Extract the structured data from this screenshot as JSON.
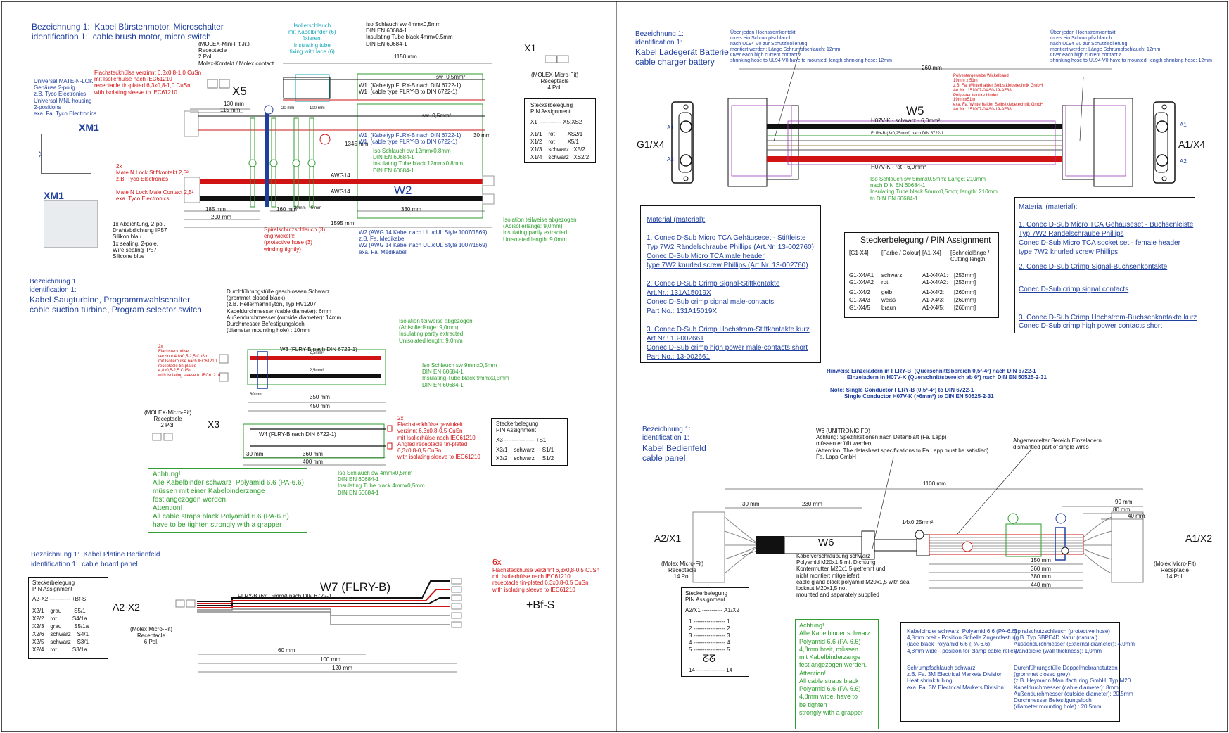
{
  "cable1": {
    "designation": "Bezeichnung 1:  Kabel Bürstenmotor, Microschalter",
    "identification": "identification 1:  cable brush motor, micro switch",
    "isolierschlauch": "Isolierschlauch\nmit Kabelbinder (6)\nfixieren.\nInsulating tube\nfixing with lace (6)",
    "iso_schlauch": "Iso Schlauch sw 4mmx0,5mm\nDIN EN 60684-1\nInsulating Tube black 4mmx0,5mm\nDIN EN 60684-1",
    "molex_fit": "(MOLEX-Mini-Fit Jr.)\nReceptacle\n2 Pol.\nMolex-Kontakt / Molex contact",
    "x5": "X5",
    "flach_note": "Flachsteckhülse verzinnt 6,3x0,8-1,0 CuSn\nmit Isolierhülse nach IEC61210\nreceptacle tin-plated 6,3x0,8-1,0 CuSn\nwith isolating sleeve to IEC61210",
    "mate_n_lok": "Universal MATE-N-LOK\nGehäuse 2-polig\nz.B. Tyco Electronics\nUniversal MNL housing\n2-positions\nexa. Fa. Tyco Electronics",
    "xm1": "XM1",
    "xm1_photo_label": "XM1",
    "x_label": "X",
    "mate_contacts": "2x\nMate N Lock Stiftkontakt 2,5²\nz.B. Tyco Electronics\n\nMate N Lock Male Contact 2,5²\nexa. Tyco Electronics",
    "sealing": "1x Abdichtung, 2-pol.\nDrahtabdichtung IP57\nSilikon blau\n1x sealing, 2-pole.\nWire sealing IP57\nSilicone blue",
    "x1": "X1",
    "molex_micro": "(MOLEX-Micro-Fit)\nReceptacle\n4 Pol.",
    "dim_1150": "1150 mm",
    "dim_130": "130 mm",
    "dim_115": "115 mm",
    "dim_1345": "1345 mm",
    "dim_30": "30 mm",
    "dim_185": "185 mm",
    "dim_200": "200 mm",
    "dim_160": "160 mm",
    "dim_20a": "20mm",
    "dim_5": "5 mm",
    "dim_330": "330 mm",
    "dim_1595": "1595 mm",
    "dim_100": "100 mm",
    "dim_20b": "20 mm",
    "w1_a": "W1  (Kabeltyp FLRY-B nach DIN 6722-1)\nW1  (cable type FLRY-B to DIN 6722-1)",
    "w1_b": "W1  (Kabeltyp FLRY-B nach DIN 6722-1)\nW1  (cable type FLRY-B to DIN 6722-1)",
    "iso_12": "Iso Schlauch sw 12mmx0,8mm\nDIN EN 60684-1\nInsulating Tube black 12mmx0,8mm\nDIN EN 60684-1",
    "sw05": "sw  0,5mm²",
    "sw05b": "sw  0,5mm²",
    "w2": "W2",
    "awg14a": "AWG14",
    "awg14b": "AWG14",
    "spiral": "Spiralschutzschlauch (3)\neng wickeln!\n(protective hose (3)\nwinding tightly)",
    "w2_note": "W2 (AWG 14 Kabel nach UL /cUL Style 1007/1569)\nz.B. Fa. Medikabel\nW2 (AWG 14 Kabel nach UL /cUL Style 1007/1569)\nexa. Fa. Medikabel",
    "isolation": "Isolation teilweise abgezogen\n(Abisolierlänge: 9,0mm)\nInsulating partly extracted\nUnisolated length: 9,0mm",
    "pin_table": {
      "title": "Steckerbelegung\nPIN Assignment",
      "header": "X1 ------------ X5;XS2",
      "rows": [
        "X1/1    rot        XS2/1",
        "X1/2    rot        X5/1",
        "X1/3    schwarz   X5/2",
        "X1/4    schwarz   XS2/2"
      ]
    }
  },
  "cable2": {
    "designation": "Bezeichnung 1:\nidentification 1:",
    "title": "Kabel Saugturbine, Programmwahlschalter\ncable suction turbine, Program selector switch",
    "grommet": "Durchführungstülle geschlossen Schwarz\n(grommet closed black)\n(z.B. HellermannTyton, Typ HV1207\nKabeldurchmesser (cable diameter): 6mm\nAußendurchmesser (outside diameter): 14mm\nDurchmesser Befestigungsloch\n(diameter mounting hole) : 10mm",
    "flach": "2x\nFlachsteckhülse\nverzinnt 4,8x0,5-2,5 CuSn\nmit Isolierhülse nach IEC61210\nreceptacle tin-plated\n4,8x0,5-2,5 CuSn\nwith isolating sleeve to IEC61210",
    "w3": "W3 (FLRY-B nach DIN 6722-1)",
    "isolation": "Isolation teilweise abgezogen\n(Abisolierlänge: 9,0mm)\nInsulating partly extracted\nUnisolated length: 9,0mm",
    "iso9": "Iso Schlauch sw 9mmx0,5mm\nDIN EN 60684-1\nInsulating Tube black 9mmx0,5mm\nDIN EN 60684-1",
    "dim_60": "60 mm",
    "dim_350": "350 mm",
    "dim_450": "450 mm",
    "cs25a": "2,5mm²",
    "cs25b": "2,5mm²",
    "molex": "(MOLEX-Micro-Fit)\nReceptacle\n2 Pol.",
    "x3": "X3",
    "w4": "W4 (FLRY-B nach DIN 6722-1)",
    "flach_angled": "2x\nFlachsteckhülse gewinkelt\nverzinnt 6,3x0,8-0,5 CuSn\nmit Isolierhülse nach IEC61210\nAngled receptacle tin-plated\n6,3x0,8-0,5 CuSn\nwith isolating sleeve to IEC61210",
    "dim_30": "30 mm",
    "dim_360": "360 mm",
    "dim_400": "400 mm",
    "iso4": "Iso Schlauch sw 4mmx0,5mm\nDIN EN 60684-1\nInsulating Tube black 4mmx0,5mm\nDIN EN 60684-1",
    "achtung": "Achtung!\nAlle Kabelbinder schwarz  Polyamid 6.6 (PA-6.6)\nmüssen mit einer Kabelbinderzange\nfest angezogen werden.\nAttention!\nAll cable straps black Polyamid 6.6 (PA-6.6)\nhave to be tighten strongly with a grapper",
    "pin_table": {
      "title": "Steckerbelegung\nPIN Assignment",
      "header": "X3 ---------------- +S1",
      "rows": [
        "X3/1    schwarz     S1/1",
        "X3/2    schwarz     S1/2"
      ]
    }
  },
  "cable3": {
    "designation": "Bezeichnung 1:  Kabel Platine Bedienfeld",
    "identification": "identification 1:  cable board panel",
    "w7": "W7 (FLRY-B)",
    "w7_sub": "FLRY-B (6x0,5mm²) nach DIN 6722-1",
    "a2x2": "A2-X2",
    "molex": "(Molex Micro-Fit)\nReceptacle\n6 Pol.",
    "bfs": "+Bf-S",
    "sixx": "6x",
    "flach": "Flachsteckhülse verzinnt 6,3x0,8-0,5 CuSn\nmit Isolierhülse nach IEC61210\nreceptacle tin-plated 6,3x0,8-0,5 CuSn\nwith isolating sleeve to IEC61210",
    "dim_60": "60 mm",
    "dim_100": "100 mm",
    "dim_120": "120 mm",
    "pin_table": {
      "title": "Steckerbelegung\nPIN Assignment",
      "header": "A2-X2 ----------- +Bf-S",
      "rows": [
        "X2/1    grau        S5/1",
        "X2/2    rot          S4/1a",
        "X2/3    grau        S5/1a",
        "X2/6    schwarz    S4/1",
        "X2/5    schwarz    S3/1",
        "X2/4    rot          S3/1a"
      ]
    }
  },
  "cable4": {
    "designation": "Bezeichnung 1:\nidentification 1:",
    "title": "Kabel Ladegerät Batterie\ncable charger battery",
    "hc_left": "Über jeden Hochstromkontakt\nmuss ein Schrumpfschlauch\nnach UL94 V0 zur Schutzisolierung\nmontiert werden; Länge Schrumpfschlauch: 12mm\nOver each high current contact a\nshrinking hose to UL94-V0 have to mounted; length shrinking hose: 12mm",
    "hc_right": "Über jeden Hochstromkontakt\nmuss ein Schrumpfschlauch\nnach UL94 V0 zur Schutzisolierung\nmontiert werden; Länge Schrumpfschlauch: 12mm\nOver each high current contact a\nshrinking hose to UL94-V0 have to mounted; length shrinking hose: 12mm",
    "dim_260": "260 mm",
    "polyester": "Polyestergewebe Wickelband\n19mm x 51m\nz.B. Fa. Winterhalder Selbstklebetechnik GmbH\nArt.Nr.: 151007-04-50-19-AF38\nPolyester texture binder\n19mmx51m\nexa. Fa. Winterhalder Selbstklebetechnik GmbH\nArt.Nr.: 151007-04-50-19-AF38",
    "w5": "W5",
    "h07_black": "H07V-K - schwarz - 6,0mm²",
    "flry_mid": "FLRY-B (3x0,25mm²) nach DIN 6722-1",
    "h07_red": "H07V-K - rot - 6,0mm²",
    "g1x4": "G1/X4",
    "a1x4": "A1/X4",
    "a1l": "A1",
    "a2l": "A2",
    "a1r": "A1",
    "a2r": "A2",
    "iso5": "Iso Schlauch sw 5mmx0,5mm; Länge: 210mm\nnach DIN EN 60684-1\nInsulating Tube black 5mmx0,5mm; length: 210mm\nto DIN EN 60684-1",
    "material_left": {
      "title": "Material (material):",
      "lines": [
        "1. Conec D-Sub Micro TCA Gehäuseset - Stiftleiste",
        "Typ 7W2 Rändelschraube Phillips (Art.Nr. 13-002760)",
        "Conec D-Sub Micro TCA male header",
        "type 7W2 knurled screw Phillips (Art.Nr. 13-002760)",
        "2. Conec D-Sub Crimp Signal-Stiftkontakte",
        "Art.Nr.: 131A15019X",
        "Conec D-Sub crimp signal male-contacts",
        "Part No.: 131A15019X",
        "3. Conec D-Sub Crimp Hochstrom-Stiftkontakte kurz",
        "Art.Nr.: 13-002661",
        "Conec D-Sub crimp high power male-contacts short",
        "Part No.: 13-002661"
      ]
    },
    "pin_table": {
      "title": "Steckerbelegung / PIN Assignment",
      "headers": [
        "[G1-X4]",
        "[Farbe / Colour]",
        "[A1-X4]",
        "[Schneidlänge /\nCutting length]"
      ],
      "rows": [
        [
          "G1-X4/A1",
          "schwarz",
          "A1-X4/A1:",
          "[253mm]"
        ],
        [
          "G1-X4/A2",
          "rot",
          "A1-X4/A2:",
          "[253mm]"
        ],
        [
          "G1-X4/2",
          "gelb",
          "A1-X4/2:",
          "[260mm]"
        ],
        [
          "G1-X4/3",
          "weiss",
          "A1-X4/3:",
          "[260mm]"
        ],
        [
          "G1-X4/5",
          "braun",
          "A1-X4/5:",
          "[260mm]"
        ]
      ]
    },
    "material_right": {
      "title": "Material (material):",
      "lines": [
        "1. Conec D-Sub Micro TCA Gehäuseset - Buchsenleiste",
        "Typ 7W2 Rändelschraube Phillips",
        "Conec D-Sub Micro TCA socket set - female header",
        "type 7W2 knurled screw Phillips",
        "2. Conec D-Sub Crimp Signal-Buchsenkontakte",
        "Conec D-Sub crimp signal contacts",
        "3. Conec D-Sub Crimp Hochstrom-Buchsenkontakte kurz",
        "Conec D-Sub crimp high power contacts short"
      ]
    },
    "hinweis": "Hinweis: Einzeladern in FLRY-B  (Querschnittsbereich 0,5²-4²) nach DIN 6722-1\n             Einzeladern in H07V-K (Querschnittsbereich ab 6²) nach DIN EN 50525-2-31",
    "note": "Note: Single Conductor FLRY-B (0,5²-4²) to DIN 6722-1\n         Single Conductor H07V-K (>6mm²) to DIN EN 50525-2-31"
  },
  "cable5": {
    "designation": "Bezeichnung 1:\nidentification 1:",
    "title": "Kabel Bedienfeld\ncable panel",
    "w6_note": "W6 (UNITRONIC FD)\nAchtung: Spezifikationen nach Datenblatt (Fa. Lapp)\nmüssen erfüllt werden\n(Attention: The datasheet specifications to Fa.Lapp must be satisfied)\nFa. Lapp GmbH",
    "abgemantelt": "Abgemantelter Bereich Einzeladern\ndismantled part of single wires",
    "dim_1100": "1100 mm",
    "dim_30": "30 mm",
    "dim_230": "230 mm",
    "cores": "14x0,25mm²",
    "dim_90": "90 mm",
    "dim_80": "80 mm",
    "dim_40": "40 mm",
    "dim_150": "150 mm",
    "dim_360": "360 mm",
    "dim_380": "380 mm",
    "dim_440": "440 mm",
    "w6": "W6",
    "a2x1": "A2/X1",
    "a1x2": "A1/X2",
    "molex_left": "(Molex Micro-Fit)\nReceptacle\n14 Pol.",
    "molex_right": "(Molex Micro-Fit)\nReceptacle\n14 Pol.",
    "gland": "Kabelverschraubung schwarz\nPolyamid M20x1,5 mit Dichtung\nKontermutter M20x1,5 getrennt und\nnicht montiert mitgeliefert\ncable gland black polyamid M20x1,5 with seal\nlocknut M20x1,5 not\nmounted and separately supplied",
    "pin_table": {
      "title": "Steckerbelegung\nPIN Assignment",
      "header": "A2/X1 ----------- A1/X2",
      "rows": [
        "1 ----------------- 1",
        "2 ----------------- 2",
        "3 ----------------- 3",
        "4 ----------------- 4",
        "5 ----------------- 5",
        "",
        "14 --------------- 14"
      ]
    },
    "achtung": "Achtung!\nAlle Kabelbinder schwarz\nPolyamid 6.6 (PA-6.6)\n4,8mm breit, müssen\nmit Kabelbinderzange\nfest angezogen werden.\nAttention!\nAll cable straps black\nPolyamid 6.6 (PA-6.6)\n4,8mm wide, have to\nbe tighten\nstrongly with a grapper",
    "legend1": "Kabelbinder schwarz  Polyamid 6.6 (PA-6.6)\n4,8mm breit - Position Schelle Zugentlastung\n(lace black Polyamid 6.6 (PA-6.6)\n4,8mm wide - position for clamp cable relief)",
    "legend2": "Spiralschutzschlauch (protective hose)\n(z.B. Typ SBPE4D Natur (natural)\nAussendurchmesser (External diameter): 4,0mm\nWanddicke (wall thickness): 1,0mm",
    "legend3": "Schrumpfschlauch schwarz\nz.B. Fa. 3M Electrical Markets Division\nHeat shrink tubing\nexa. Fa. 3M Electrical Markets Division",
    "legend4": "Durchführungstülle Doppelmebranstutzen\n(grommet closed grey)\n(z.B. Heymann Manufacturing GmbH, Typ M20\nKabeldurchmesser (cable diameter): 8mm\nAußendurchmesser (outside diameter): 20,5mm\nDurchmesser Befestigungsloch\n(diameter mounting hole) : 20,5mm"
  },
  "colors": {
    "red": "#d21313",
    "black": "#111111",
    "green": "#2f9e2f",
    "blue": "#1f3f9f",
    "cyan": "#18a6b7"
  }
}
